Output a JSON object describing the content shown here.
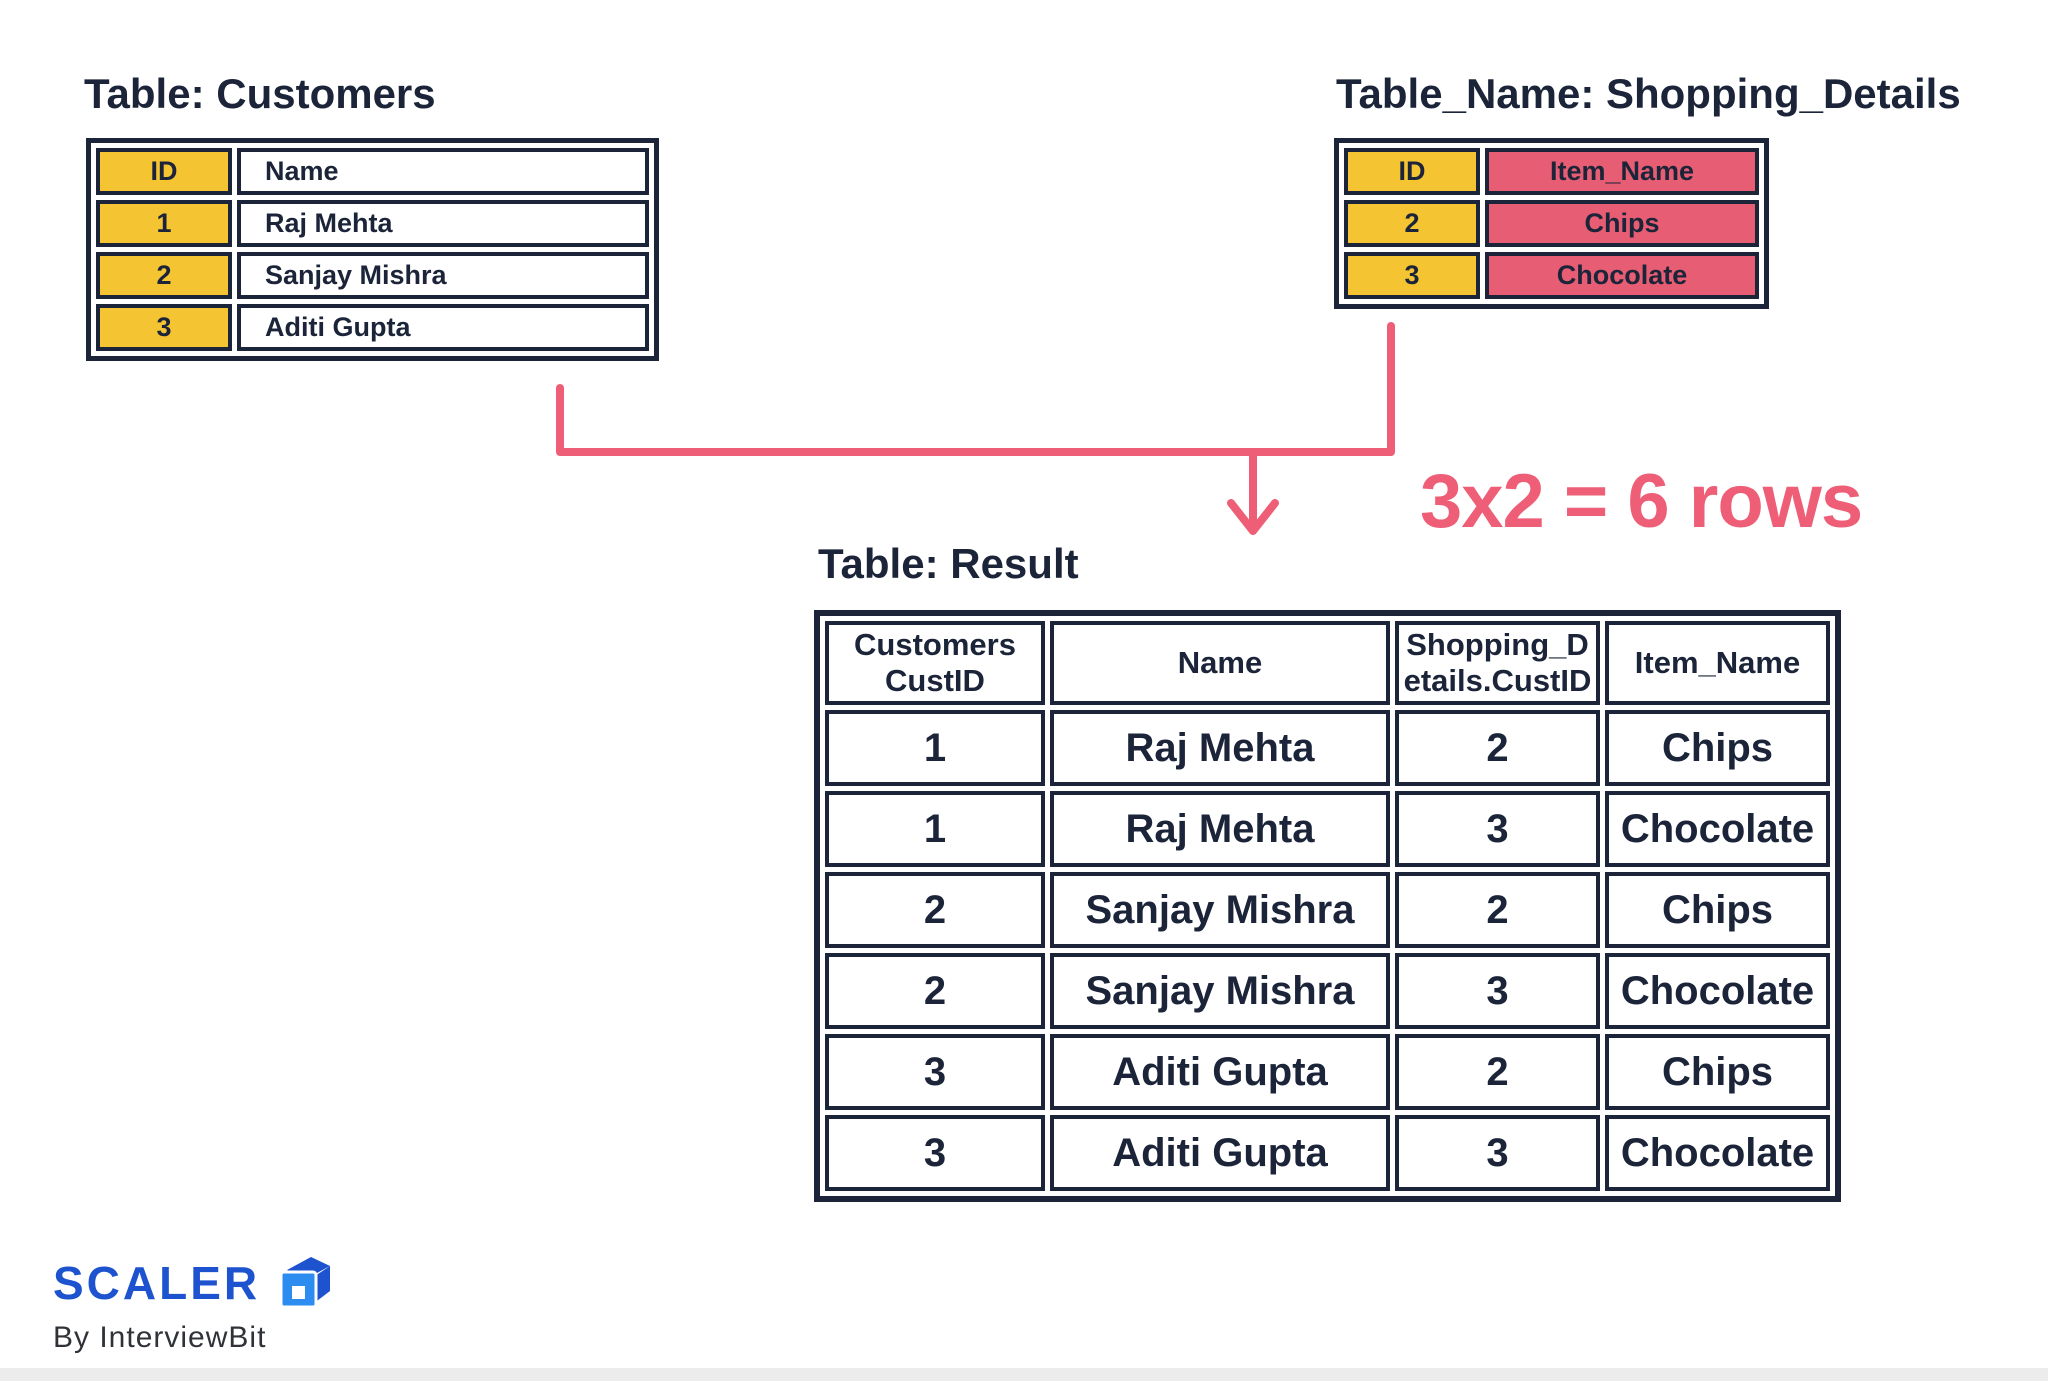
{
  "palette": {
    "navy": "#1b2438",
    "yellow": "#f5c433",
    "pink_cell": "#e75d73",
    "pink_accent": "#ee5e77",
    "scaler_blue": "#1d53cf",
    "cube_light_blue": "#2d8cf0",
    "byline_gray": "#2f3338"
  },
  "icons": {
    "join_arrow": "arrow-down",
    "brand_cube": "cube-3d"
  },
  "customers": {
    "title": "Table: Customers",
    "columns": [
      "ID",
      "Name"
    ],
    "rows": [
      [
        "1",
        "Raj Mehta"
      ],
      [
        "2",
        "Sanjay Mishra"
      ],
      [
        "3",
        "Aditi Gupta"
      ]
    ]
  },
  "shopping": {
    "title": "Table_Name: Shopping_Details",
    "columns": [
      "ID",
      "Item_Name"
    ],
    "rows": [
      [
        "2",
        "Chips"
      ],
      [
        "3",
        "Chocolate"
      ]
    ]
  },
  "result": {
    "title": "Table: Result",
    "columns": [
      "Customers\nCustID",
      "Name",
      "Shopping_D\netails.CustID",
      "Item_Name"
    ],
    "rows": [
      [
        "1",
        "Raj Mehta",
        "2",
        "Chips"
      ],
      [
        "1",
        "Raj Mehta",
        "3",
        "Chocolate"
      ],
      [
        "2",
        "Sanjay Mishra",
        "2",
        "Chips"
      ],
      [
        "2",
        "Sanjay Mishra",
        "3",
        "Chocolate"
      ],
      [
        "3",
        "Aditi Gupta",
        "2",
        "Chips"
      ],
      [
        "3",
        "Aditi Gupta",
        "3",
        "Chocolate"
      ]
    ]
  },
  "annotation": {
    "formula": "3x2 = 6 rows"
  },
  "footer": {
    "brand": "SCALER",
    "byline": "By InterviewBit"
  }
}
